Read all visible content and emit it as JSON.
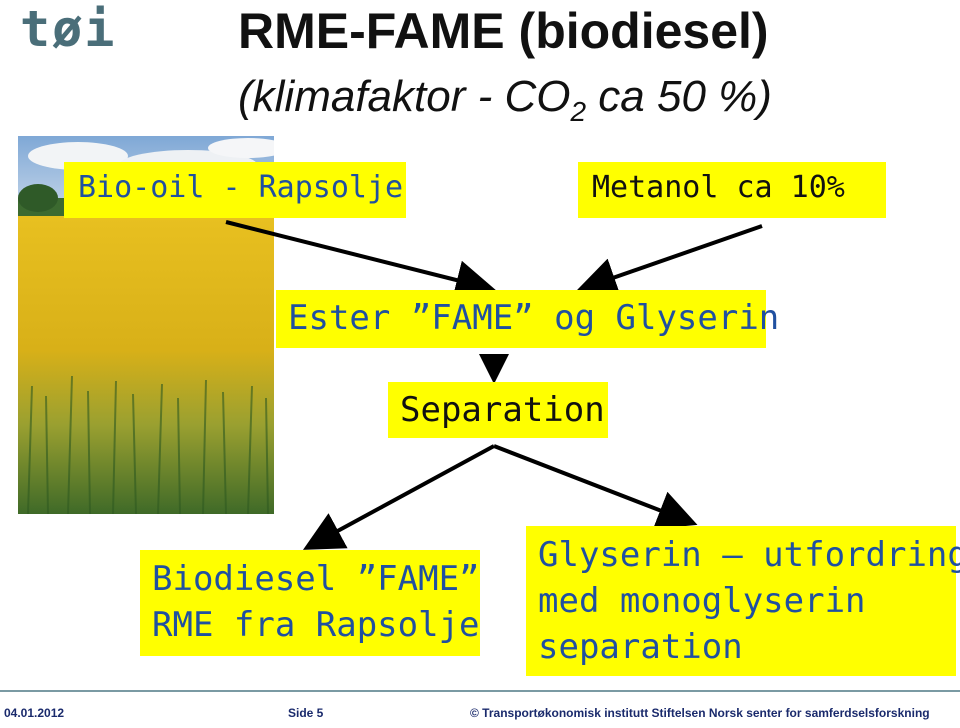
{
  "logo": "tøi",
  "title": "RME-FAME (biodiesel)",
  "subtitle_pre": "(klimafaktor - CO",
  "subtitle_sub": "2",
  "subtitle_post": " ca 50 %)",
  "boxes": {
    "bio_oil": "Bio-oil - Rapsolje",
    "metanol": "Metanol ca 10%",
    "ester": "Ester ”FAME” og Glyserin",
    "separation": "Separation",
    "biodiesel_line1": "Biodiesel ”FAME”",
    "biodiesel_line2": "RME fra Rapsolje",
    "glyserin_line1": "Glyserin – utfordring",
    "glyserin_line2": "med  monoglyserin",
    "glyserin_line3": "separation"
  },
  "footer": {
    "date": "04.01.2012",
    "page": "Side 5",
    "copyright": "© Transportøkonomisk institutt   Stiftelsen Norsk senter for samferdselsforskning"
  },
  "colors": {
    "box_fill": "#ffff00",
    "box_text": "#2050a0",
    "logo": "#4a6e79",
    "footer_text": "#1a2a6c"
  }
}
